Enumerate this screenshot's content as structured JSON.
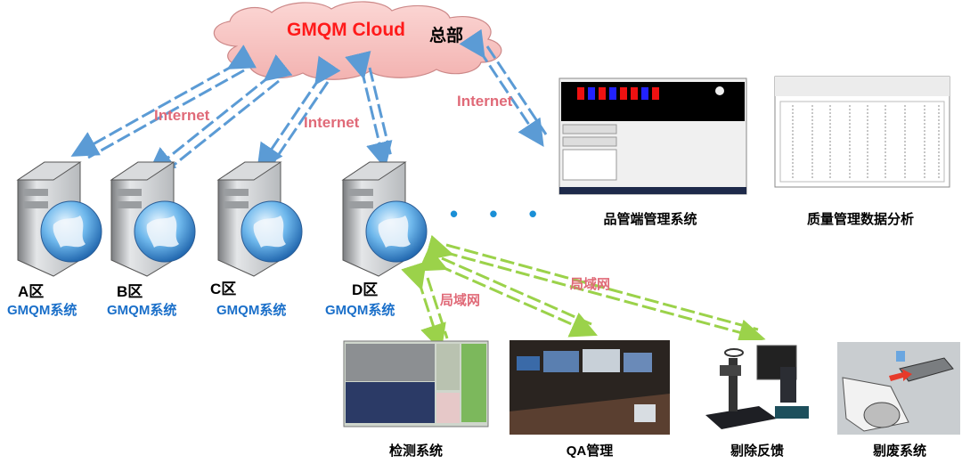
{
  "cloud": {
    "title": "GMQM Cloud",
    "subtitle": "总部"
  },
  "links": {
    "internet_1": "Internet",
    "internet_2": "Internet",
    "internet_3": "Internet",
    "lan_1": "局域网",
    "lan_2": "局域网"
  },
  "servers": [
    {
      "region": "A区",
      "system": "GMQM系统"
    },
    {
      "region": "B区",
      "system": "GMQM系统"
    },
    {
      "region": "C区",
      "system": "GMQM系统"
    },
    {
      "region": "D区",
      "system": "GMQM系统"
    }
  ],
  "ellipsis": "• • •",
  "top_systems": [
    {
      "caption": "品管端管理系统"
    },
    {
      "caption": "质量管理数据分析"
    }
  ],
  "bottom_systems": [
    {
      "caption": "检测系统"
    },
    {
      "caption": "QA管理"
    },
    {
      "caption": "剔除反馈"
    },
    {
      "caption": "剔废系统"
    }
  ],
  "colors": {
    "cloud_fill": "#f7c4c2",
    "internet_arrow": "#5b9bd5",
    "lan_arrow": "#9bd24a",
    "brand_blue": "#1a6fc9"
  }
}
